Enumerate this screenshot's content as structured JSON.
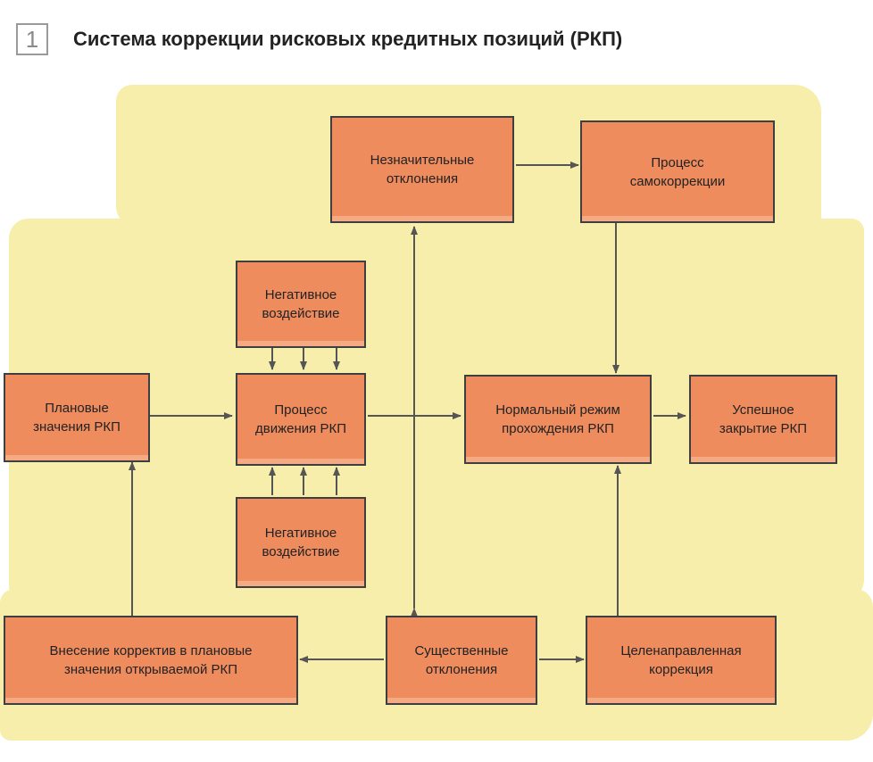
{
  "figure": {
    "number": "1",
    "title": "Система коррекции рисковых кредитных позиций (РКП)"
  },
  "nodes": {
    "minor_deviations": "Незначительные\nотклонения",
    "self_correction": "Процесс\nсамокоррекции",
    "negative_top": "Негативное\nвоздействие",
    "planned_values": "Плановые\nзначения РКП",
    "movement_process": "Процесс\nдвижения РКП",
    "normal_mode": "Нормальный режим\nпрохождения РКП",
    "successful_close": "Успешное\nзакрытие РКП",
    "negative_bottom": "Негативное\nвоздействие",
    "adjust_planned": "Внесение корректив в плановые\nзначения открываемой РКП",
    "significant_deviations": "Существенные\nотклонения",
    "targeted_correction": "Целенаправленная\nкоррекция"
  },
  "colors": {
    "box_fill": "#ee8c5e",
    "box_border": "#3f3f3f",
    "highlight": "#f6eeaa",
    "arrow": "#555555"
  }
}
